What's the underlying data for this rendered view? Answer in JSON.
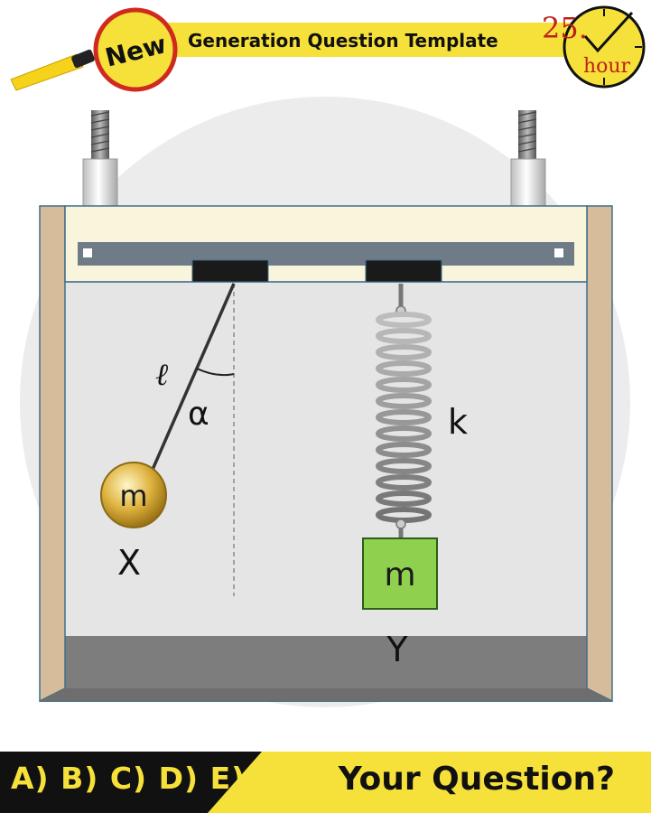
{
  "header": {
    "badge_label": "New",
    "title": "Generation Question Template",
    "timer_number": "25.",
    "timer_unit": "hour"
  },
  "diagram": {
    "pendulum_length_label": "ℓ",
    "angle_label": "α",
    "pendulum_mass_label": "m",
    "pendulum_name": "X",
    "spring_constant_label": "k",
    "block_mass_label": "m",
    "block_name": "Y"
  },
  "footer": {
    "choices": "A) B) C) D) E)",
    "question": "Your Question?"
  },
  "colors": {
    "banner_yellow": "#f6e13a",
    "ball_gold": "#e0b441",
    "block_green": "#8fd14f",
    "frame_wood": "#d6bc9a",
    "chamber_gray": "#e5e5e5",
    "floor_gray": "#7d7d7d"
  }
}
